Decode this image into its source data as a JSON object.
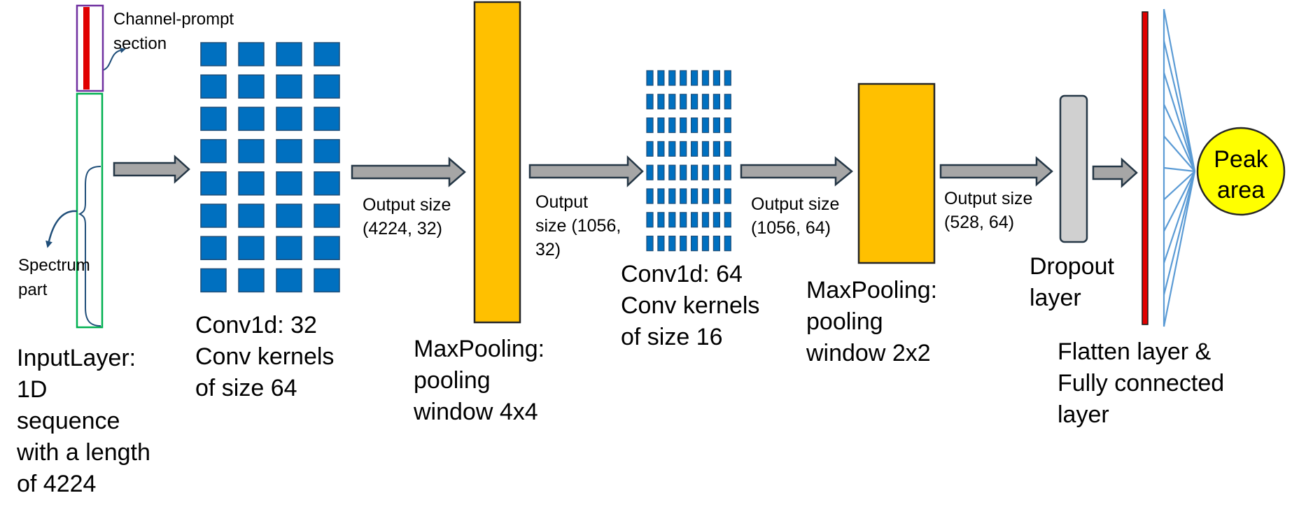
{
  "labels": {
    "channel_prompt": [
      "Channel-prompt",
      "section"
    ],
    "spectrum_part": [
      "Spectrum",
      "part"
    ],
    "input_layer": [
      "InputLayer:",
      "1D",
      "sequence",
      "with a length",
      "of 4224"
    ],
    "conv1": [
      "Conv1d: 32",
      "Conv kernels",
      "of size 64"
    ],
    "output_1": [
      "Output size",
      "(4224, 32)"
    ],
    "maxpool1": [
      "MaxPooling:",
      "pooling",
      "window 4x4"
    ],
    "output_2": [
      "Output",
      "size (1056,",
      "32)"
    ],
    "conv2": [
      "Conv1d: 64",
      "Conv kernels",
      "of size 16"
    ],
    "output_3": [
      "Output size",
      "(1056, 64)"
    ],
    "maxpool2": [
      "MaxPooling:",
      "pooling",
      "window 2x2"
    ],
    "output_4": [
      "Output size",
      "(528, 64)"
    ],
    "dropout": [
      "Dropout",
      "layer"
    ],
    "flatten_fc": [
      "Flatten layer &",
      "Fully connected",
      "layer"
    ],
    "peak_area": [
      "Peak",
      "area"
    ]
  },
  "colors": {
    "kernel_blue": "#0070c0",
    "kernel_border": "#1f4e79",
    "pooling_yellow": "#ffc000",
    "dropout_gray": "#d0d0d0",
    "flatten_red": "#e00000",
    "fc_lines_blue": "#5b9bd5",
    "output_node_yellow": "#ffff00",
    "prompt_border_purple": "#7030a0",
    "spectrum_border_green": "#00b050"
  },
  "structure": {
    "conv1_grid": {
      "rows": 8,
      "cols": 4
    },
    "conv2_grid": {
      "rows": 8,
      "cols": 8
    },
    "fc_line_count": 11
  }
}
